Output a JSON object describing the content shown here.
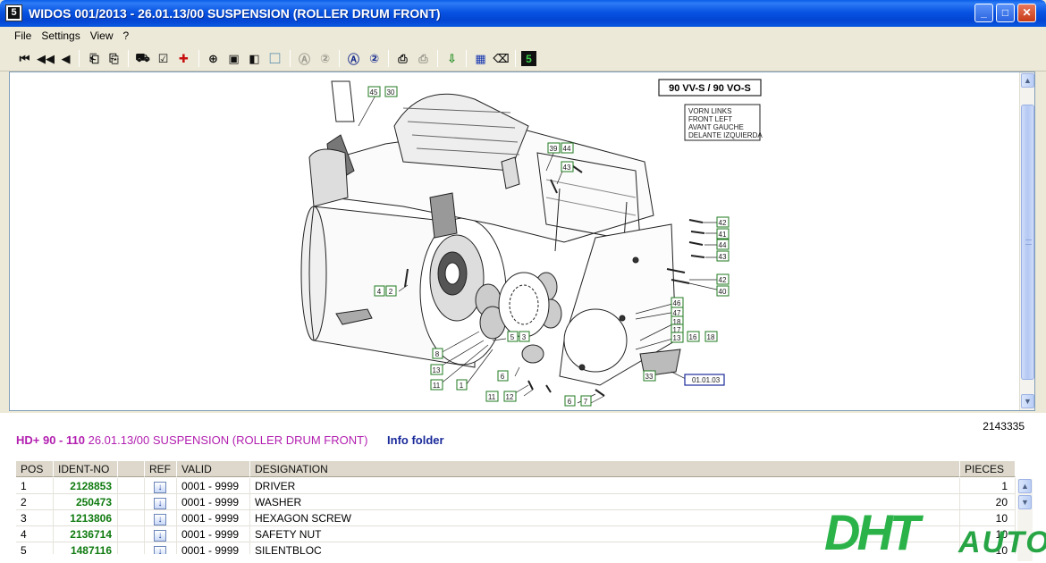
{
  "window": {
    "title": "WIDOS 001/2013 - 26.01.13/00 SUSPENSION (ROLLER DRUM FRONT)",
    "app_icon_glyph": "5",
    "minimize": "_",
    "maximize": "□",
    "close": "✕"
  },
  "menu": [
    "File",
    "Settings",
    "View",
    "?"
  ],
  "toolbar": {
    "icons": [
      {
        "name": "first-icon",
        "glyph": "⏮"
      },
      {
        "name": "prev-fast-icon",
        "glyph": "◀◀"
      },
      {
        "name": "prev-icon",
        "glyph": "◀"
      },
      {
        "name": "doc-back-icon",
        "glyph": "⎗"
      },
      {
        "name": "doc-forward-icon",
        "glyph": "⎘"
      },
      {
        "name": "cart-icon",
        "glyph": "⛟"
      },
      {
        "name": "checklist-icon",
        "glyph": "☑"
      },
      {
        "name": "add-red-cross-icon",
        "glyph": "✚"
      },
      {
        "name": "zoom-in-icon",
        "glyph": "⊕"
      },
      {
        "name": "page-icon",
        "glyph": "▣"
      },
      {
        "name": "page-fit-icon",
        "glyph": "◧"
      },
      {
        "name": "frame-icon",
        "glyph": "□"
      },
      {
        "name": "search-a-icon",
        "glyph": "Ⓐ"
      },
      {
        "name": "search-2-icon",
        "glyph": "②"
      },
      {
        "name": "search-a-active-icon",
        "glyph": "Ⓐ"
      },
      {
        "name": "search-2-active-icon",
        "glyph": "②"
      },
      {
        "name": "print-icon",
        "glyph": "⎙"
      },
      {
        "name": "print-preview-icon",
        "glyph": "⎙"
      },
      {
        "name": "export-icon",
        "glyph": "⇩"
      },
      {
        "name": "grid-icon",
        "glyph": "▦"
      },
      {
        "name": "eraser-icon",
        "glyph": "⌫"
      },
      {
        "name": "widos-icon",
        "glyph": "5"
      }
    ]
  },
  "drawing": {
    "model_label": "90 VV-S / 90 VO-S",
    "direction_lines": [
      "VORN LINKS",
      "FRONT LEFT",
      "AVANT GAUCHE",
      "DELANTE IZQUIERDA"
    ],
    "ref_label": "01.01.03",
    "callouts": [
      "45",
      "30",
      "39",
      "44",
      "43",
      "42",
      "41",
      "44",
      "43",
      "42",
      "40",
      "4",
      "2",
      "46",
      "47",
      "18",
      "17",
      "13",
      "16",
      "18",
      "5",
      "3",
      "8",
      "13",
      "11",
      "1",
      "6",
      "11",
      "12",
      "33",
      "6",
      "7"
    ]
  },
  "info": {
    "reference_number": "2143335",
    "model": "HD+ 90 - 110",
    "group": "26.01.13/00 SUSPENSION (ROLLER DRUM FRONT)",
    "info_folder": "Info folder"
  },
  "table": {
    "headers": {
      "pos": "POS",
      "ident": "IDENT-NO",
      "ref": "REF",
      "valid": "VALID",
      "designation": "DESIGNATION",
      "pieces": "PIECES"
    },
    "ref_glyph": "↓",
    "rows": [
      {
        "pos": "1",
        "ident": "2128853",
        "valid": "0001 - 9999",
        "designation": "DRIVER",
        "pieces": "1"
      },
      {
        "pos": "2",
        "ident": "250473",
        "valid": "0001 - 9999",
        "designation": "WASHER",
        "pieces": "20"
      },
      {
        "pos": "3",
        "ident": "1213806",
        "valid": "0001 - 9999",
        "designation": "HEXAGON SCREW",
        "pieces": "10"
      },
      {
        "pos": "4",
        "ident": "2136714",
        "valid": "0001 - 9999",
        "designation": "SAFETY NUT",
        "pieces": "10"
      },
      {
        "pos": "5",
        "ident": "1487116",
        "valid": "0001 - 9999",
        "designation": "SILENTBLOC",
        "pieces": "10"
      }
    ]
  },
  "watermark": {
    "big": "DHT",
    "small": "AUTO"
  }
}
